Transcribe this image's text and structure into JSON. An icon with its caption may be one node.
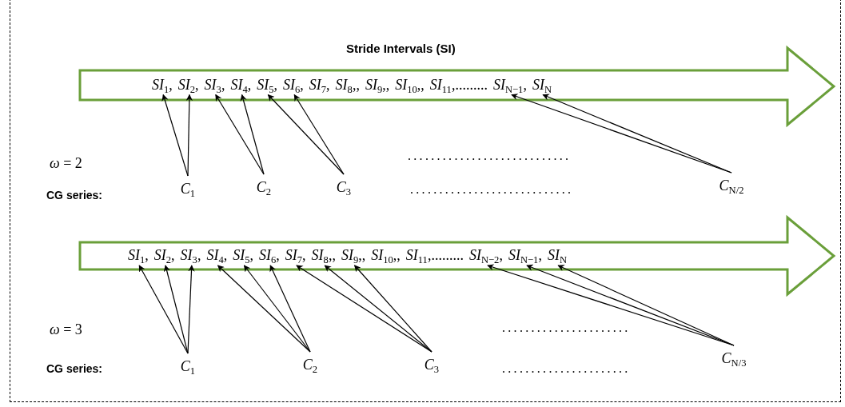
{
  "diagram": {
    "title": "Stride Intervals (SI)",
    "nodes": [
      {
        "text": [],
        "shape": "arrow"
      },
      {
        "text": [
          "*SI*$_{1}$,"
        ],
        "in": 0
      },
      {
        "text": [
          "*SI*$_{2}$,"
        ],
        "in": 0
      },
      {
        "text": [
          "*SI*$_{3}$,"
        ],
        "in": 0
      },
      {
        "text": [
          "*SI*$_{4}$,"
        ],
        "in": 0
      },
      {
        "text": [
          "*SI*$_{5}$,"
        ],
        "in": 0
      },
      {
        "text": [
          "*SI*$_{6}$,"
        ],
        "in": 0
      },
      {
        "text": [
          "*SI*$_{7}$,"
        ],
        "in": 0
      },
      {
        "text": [
          "*SI*$_{8}$,,"
        ],
        "in": 0
      },
      {
        "text": [
          "*SI*$_{9}$,,"
        ],
        "in": 0
      },
      {
        "text": [
          "*SI*$_{10}$,,"
        ],
        "in": 0
      },
      {
        "text": [
          "*SI*$_{11}$,........."
        ],
        "in": 0
      },
      {
        "text": [
          "*SI*$_{N−1}$,"
        ],
        "in": 0
      },
      {
        "text": [
          "*SI*$_{N}$"
        ],
        "in": 0
      },
      {
        "text": [],
        "shape": "arrow"
      },
      {
        "text": [
          "*SI*$_{1}$,"
        ],
        "in": 14
      },
      {
        "text": [
          "*SI*$_{2}$,"
        ],
        "in": 14
      },
      {
        "text": [
          "*SI*$_{3}$,"
        ],
        "in": 14
      },
      {
        "text": [
          "*SI*$_{4}$,"
        ],
        "in": 14
      },
      {
        "text": [
          "*SI*$_{5}$,"
        ],
        "in": 14
      },
      {
        "text": [
          "*SI*$_{6}$,"
        ],
        "in": 14
      },
      {
        "text": [
          "*SI*$_{7}$,"
        ],
        "in": 14
      },
      {
        "text": [
          "*SI*$_{8}$,,"
        ],
        "in": 14
      },
      {
        "text": [
          "*SI*$_{9}$,,"
        ],
        "in": 14
      },
      {
        "text": [
          "*SI*$_{10}$,,"
        ],
        "in": 14
      },
      {
        "text": [
          "*SI*$_{11}$,........."
        ],
        "in": 14
      },
      {
        "text": [
          "*SI*$_{N−2}$,"
        ],
        "in": 14
      },
      {
        "text": [
          "*SI*$_{N−1}$,"
        ],
        "in": 14
      },
      {
        "text": [
          "*SI*$_{N}$"
        ],
        "in": 14
      },
      {
        "text": [
          "*C*$_{1}$"
        ]
      },
      {
        "text": [
          "*C*$_{2}$"
        ]
      },
      {
        "text": [
          "*C*$_{3}$"
        ]
      },
      {
        "text": [
          "*C*$_{N/2}$"
        ]
      },
      {
        "text": [
          "*C*$_{1}$"
        ]
      },
      {
        "text": [
          "*C*$_{2}$"
        ]
      },
      {
        "text": [
          "*C*$_{3}$"
        ]
      },
      {
        "text": [
          "*C*$_{N/3}$"
        ]
      }
    ],
    "edges": [
      {
        "from": 29,
        "to": 1,
        "arrow": "to"
      },
      {
        "from": 29,
        "to": 2,
        "arrow": "to"
      },
      {
        "from": 30,
        "to": 3,
        "arrow": "to"
      },
      {
        "from": 30,
        "to": 4,
        "arrow": "to"
      },
      {
        "from": 31,
        "to": 5,
        "arrow": "to"
      },
      {
        "from": 31,
        "to": 6,
        "arrow": "to"
      },
      {
        "from": 32,
        "to": 12,
        "arrow": "to"
      },
      {
        "from": 32,
        "to": 13,
        "arrow": "to"
      },
      {
        "from": 33,
        "to": 15,
        "arrow": "to"
      },
      {
        "from": 33,
        "to": 16,
        "arrow": "to"
      },
      {
        "from": 33,
        "to": 17,
        "arrow": "to"
      },
      {
        "from": 34,
        "to": 18,
        "arrow": "to"
      },
      {
        "from": 34,
        "to": 19,
        "arrow": "to"
      },
      {
        "from": 34,
        "to": 20,
        "arrow": "to"
      },
      {
        "from": 35,
        "to": 21,
        "arrow": "to"
      },
      {
        "from": 35,
        "to": 22,
        "arrow": "to"
      },
      {
        "from": 35,
        "to": 23,
        "arrow": "to"
      },
      {
        "from": 36,
        "to": 26,
        "arrow": "to"
      },
      {
        "from": 36,
        "to": 27,
        "arrow": "to"
      },
      {
        "from": 36,
        "to": 28,
        "arrow": "to"
      }
    ],
    "labels": [
      "*ω* = 2",
      "............................",
      "CG series:",
      "............................",
      "*ω* = 3",
      "......................",
      "CG series:",
      "......................"
    ]
  }
}
